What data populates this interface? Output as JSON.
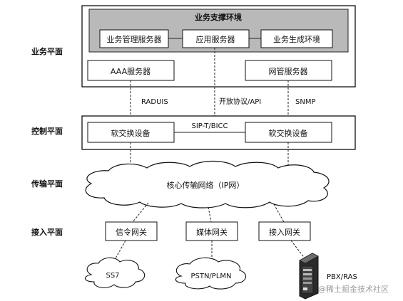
{
  "planes": {
    "service": "业务平面",
    "control": "控制平面",
    "transport": "传输平面",
    "access": "接入平面"
  },
  "service_plane": {
    "support_env": {
      "title": "业务支撑环境",
      "items": [
        "业务管理服务器",
        "应用服务器",
        "业务生成环境"
      ]
    },
    "aaa_server": "AAA服务器",
    "nms_server": "网管服务器"
  },
  "links": {
    "radius": "RADUIS",
    "open_api": "开放协议/API",
    "snmp": "SNMP",
    "sip": "SIP-T/BICC"
  },
  "control_plane": {
    "softswitch_left": "软交换设备",
    "softswitch_right": "软交换设备"
  },
  "transport_plane": {
    "core_network": "核心传输网络（IP网）"
  },
  "access_plane": {
    "gateways": [
      "信令网关",
      "媒体网关",
      "接入网关"
    ]
  },
  "endpoints": {
    "ss7": "SS7",
    "pstn": "PSTN/PLMN",
    "pbx": "PBX/RAS"
  },
  "watermark": "@稀土掘金技术社区"
}
